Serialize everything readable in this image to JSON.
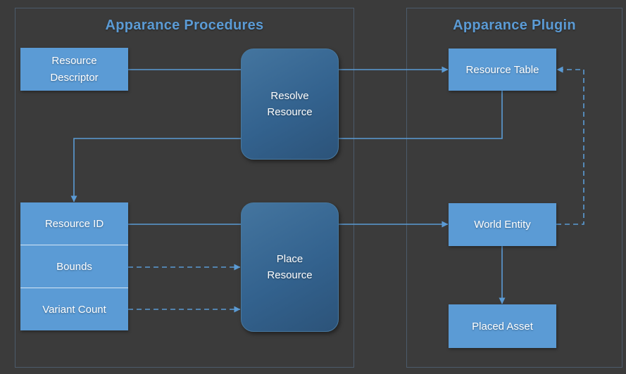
{
  "diagram": {
    "background_color": "#3b3b3b",
    "accent_color": "#5b9bd5",
    "process_gradient": [
      "#44759f",
      "#2c5379"
    ],
    "container_border_color": "#4c5b6b",
    "connector_color": "#5b9bd5",
    "containers": [
      {
        "id": "procedures",
        "title": "Apparance Procedures"
      },
      {
        "id": "plugin",
        "title": "Apparance Plugin"
      }
    ],
    "nodes": {
      "resource_descriptor": {
        "label": "Resource Descriptor",
        "type": "data",
        "container": "Apparance Procedures"
      },
      "resolve_resource": {
        "label": "Resolve Resource",
        "type": "process",
        "container": "Apparance Procedures"
      },
      "resource_id": {
        "label": "Resource ID",
        "type": "data",
        "container": "Apparance Procedures"
      },
      "bounds": {
        "label": "Bounds",
        "type": "data",
        "container": "Apparance Procedures"
      },
      "variant_count": {
        "label": "Variant Count",
        "type": "data",
        "container": "Apparance Procedures"
      },
      "place_resource": {
        "label": "Place Resource",
        "type": "process",
        "container": "Apparance Procedures"
      },
      "resource_table": {
        "label": "Resource Table",
        "type": "data",
        "container": "Apparance Plugin"
      },
      "world_entity": {
        "label": "World Entity",
        "type": "data",
        "container": "Apparance Plugin"
      },
      "placed_asset": {
        "label": "Placed Asset",
        "type": "data",
        "container": "Apparance Plugin"
      }
    },
    "edges": [
      {
        "from": "Resource Descriptor",
        "to": "Resource Table",
        "style": "solid",
        "via": "Resolve Resource"
      },
      {
        "from": "Resource Table",
        "to": "Resource ID",
        "style": "solid",
        "via": ""
      },
      {
        "from": "Resource ID",
        "to": "World Entity",
        "style": "solid",
        "via": "Place Resource"
      },
      {
        "from": "Bounds",
        "to": "Place Resource",
        "style": "dashed",
        "via": ""
      },
      {
        "from": "Variant Count",
        "to": "Place Resource",
        "style": "dashed",
        "via": ""
      },
      {
        "from": "World Entity",
        "to": "Resource Table",
        "style": "dashed",
        "via": ""
      },
      {
        "from": "World Entity",
        "to": "Placed Asset",
        "style": "solid",
        "via": ""
      }
    ]
  }
}
